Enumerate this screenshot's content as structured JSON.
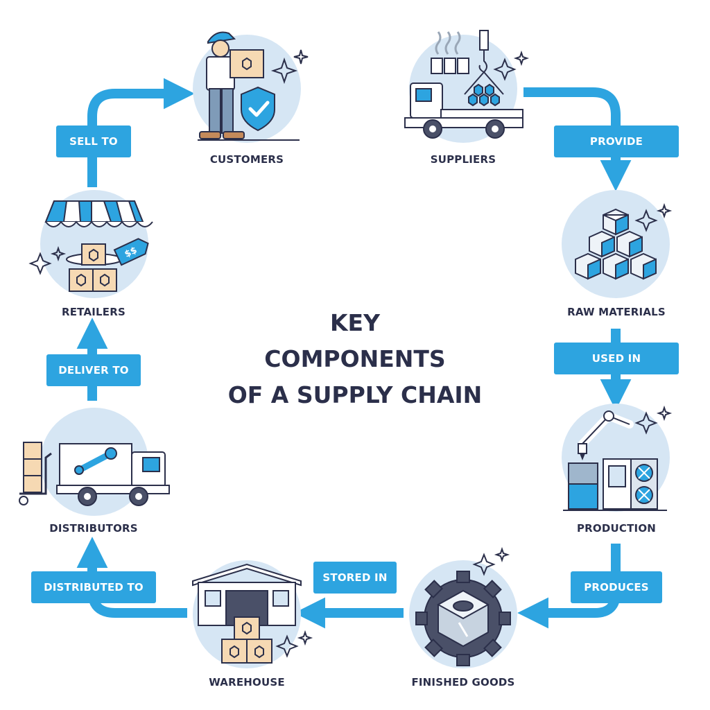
{
  "title": {
    "line1": "KEY",
    "line2": "COMPONENTS",
    "line3": "OF A SUPPLY CHAIN"
  },
  "nodes": {
    "customers": "CUSTOMERS",
    "suppliers": "SUPPLIERS",
    "raw_materials": "RAW MATERIALS",
    "production": "PRODUCTION",
    "finished_goods": "FINISHED GOODS",
    "warehouse": "WAREHOUSE",
    "distributors": "DISTRIBUTORS",
    "retailers": "RETAILERS"
  },
  "links": {
    "provide": "PROVIDE",
    "used_in": "USED IN",
    "produces": "PRODUCES",
    "stored_in": "STORED IN",
    "distributed_to": "DISTRIBUTED TO",
    "deliver_to": "DELIVER TO",
    "sell_to": "SELL TO"
  },
  "icons": {
    "retail_price_tag": "$$"
  },
  "colors": {
    "accent": "#2da4e0",
    "circle": "#d6e6f4",
    "outline": "#2b2f4a",
    "box": "#f6d9b3"
  }
}
